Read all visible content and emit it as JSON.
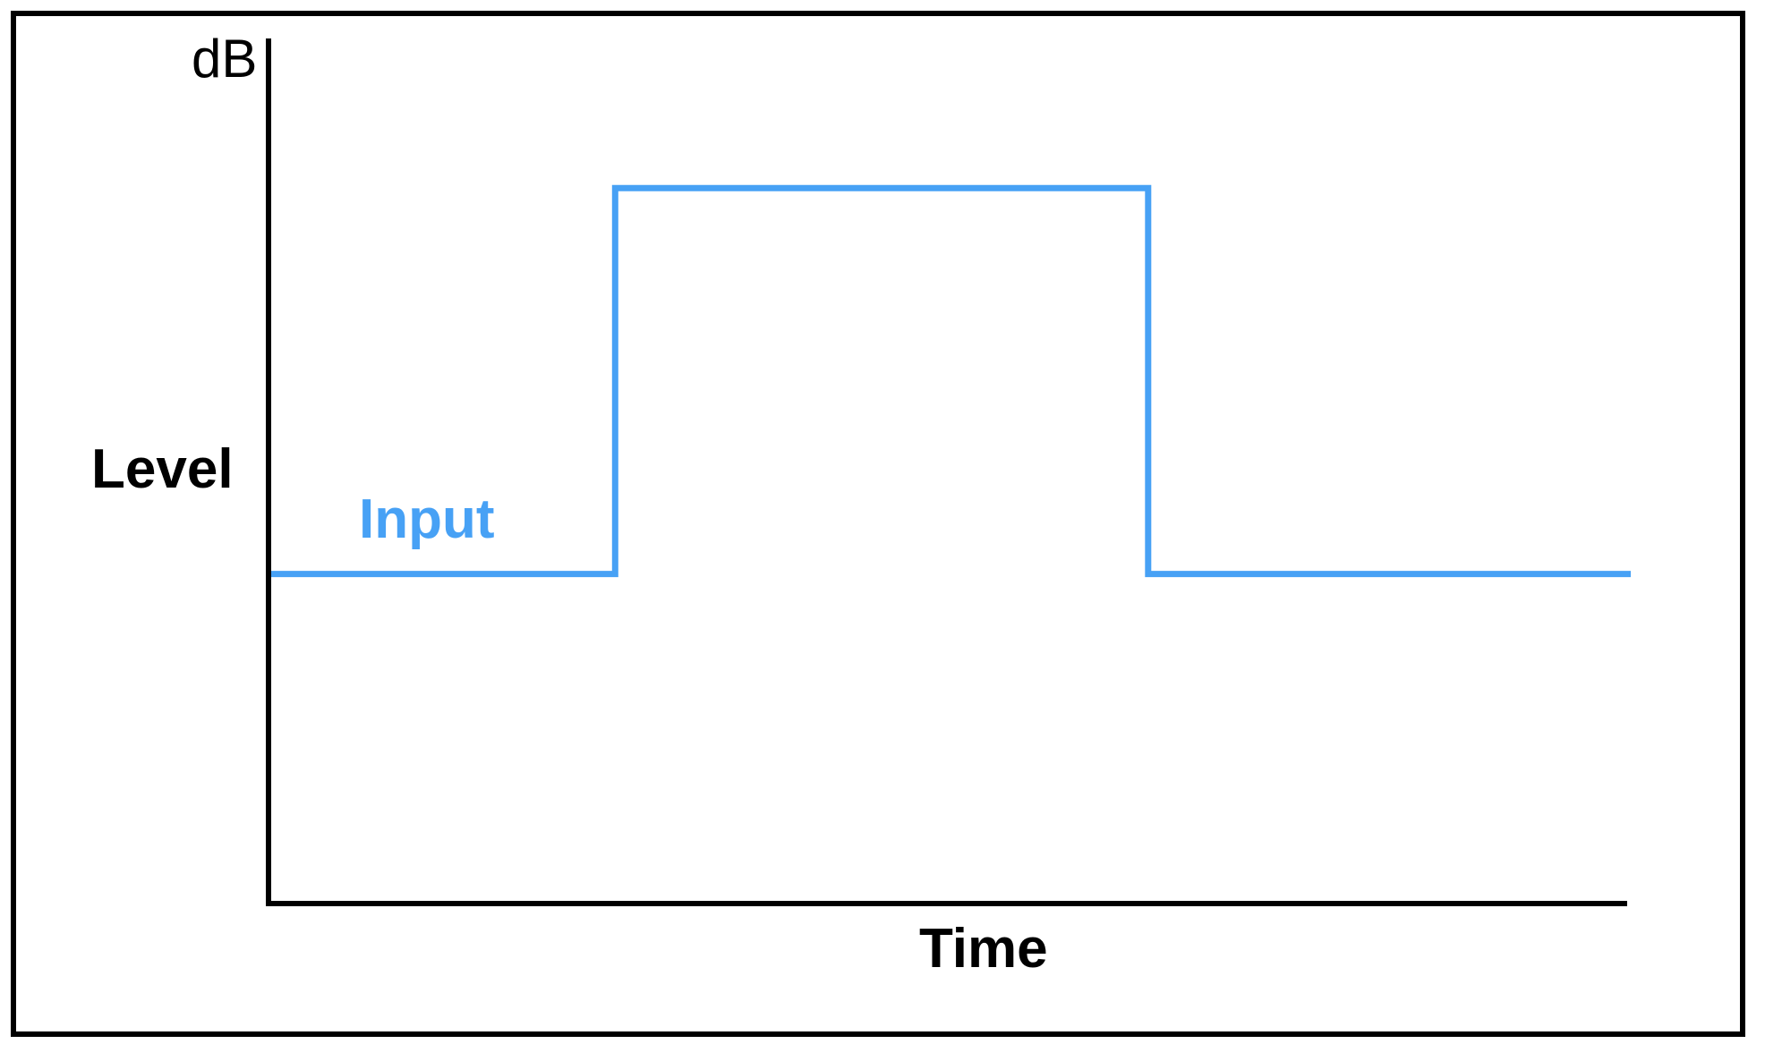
{
  "figure": {
    "background_color": "#ffffff",
    "frame_color": "#000000",
    "axis_color": "#000000"
  },
  "labels": {
    "y_unit": "dB",
    "y_axis": "Level",
    "x_axis": "Time",
    "series": "Input"
  },
  "series_style": {
    "name": "Input",
    "color": "#47A1F5",
    "stroke_width": 7
  },
  "chart_data": {
    "type": "line",
    "subtype": "square-pulse-step",
    "title": "",
    "xlabel": "Time",
    "ylabel": "Level",
    "y_unit": "dB",
    "grid": false,
    "legend_position": "inline-above-line",
    "axis_ticks": "none",
    "x_range_fraction": [
      0,
      1
    ],
    "y_range_fraction": [
      0,
      1
    ],
    "series": [
      {
        "name": "Input",
        "color": "#47A1F5",
        "x_fraction": [
          0.0,
          0.253,
          0.253,
          0.645,
          0.645,
          1.0
        ],
        "y_fraction": [
          0.381,
          0.381,
          0.827,
          0.827,
          0.381,
          0.381
        ]
      }
    ],
    "annotations": [
      {
        "text": "Input",
        "color": "#47A1F5",
        "placement": "above low level, left of rising edge"
      }
    ]
  }
}
